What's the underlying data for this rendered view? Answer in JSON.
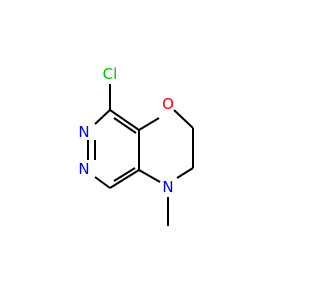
{
  "molecule": {
    "atoms": {
      "chlorine": {
        "label": "Cl",
        "color": "#00c000"
      },
      "oxygen": {
        "label": "O",
        "color": "#ff0000"
      },
      "nitrogen_top": {
        "label": "N",
        "color": "#0000ff"
      },
      "nitrogen_bottom": {
        "label": "N",
        "color": "#0000ff"
      },
      "nitrogen_amine": {
        "label": "N",
        "color": "#0000ff"
      }
    },
    "bond_color": "#000000"
  }
}
